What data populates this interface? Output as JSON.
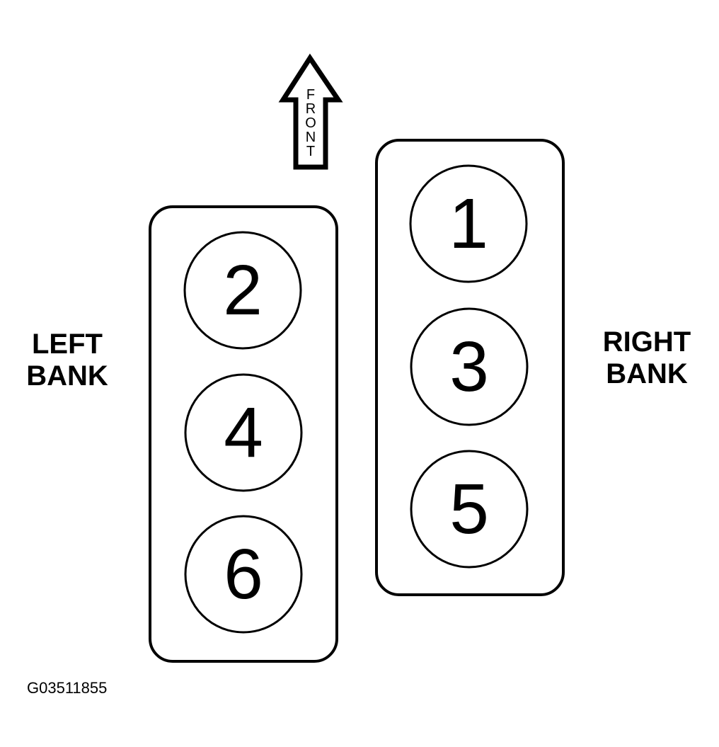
{
  "front_arrow": {
    "label": "FRONT"
  },
  "left_bank": {
    "label_line1": "LEFT",
    "label_line2": "BANK",
    "cylinders": [
      "2",
      "4",
      "6"
    ]
  },
  "right_bank": {
    "label_line1": "RIGHT",
    "label_line2": "BANK",
    "cylinders": [
      "1",
      "3",
      "5"
    ]
  },
  "figure_code": "G03511855",
  "colors": {
    "ink": "#000000",
    "paper": "#ffffff"
  }
}
